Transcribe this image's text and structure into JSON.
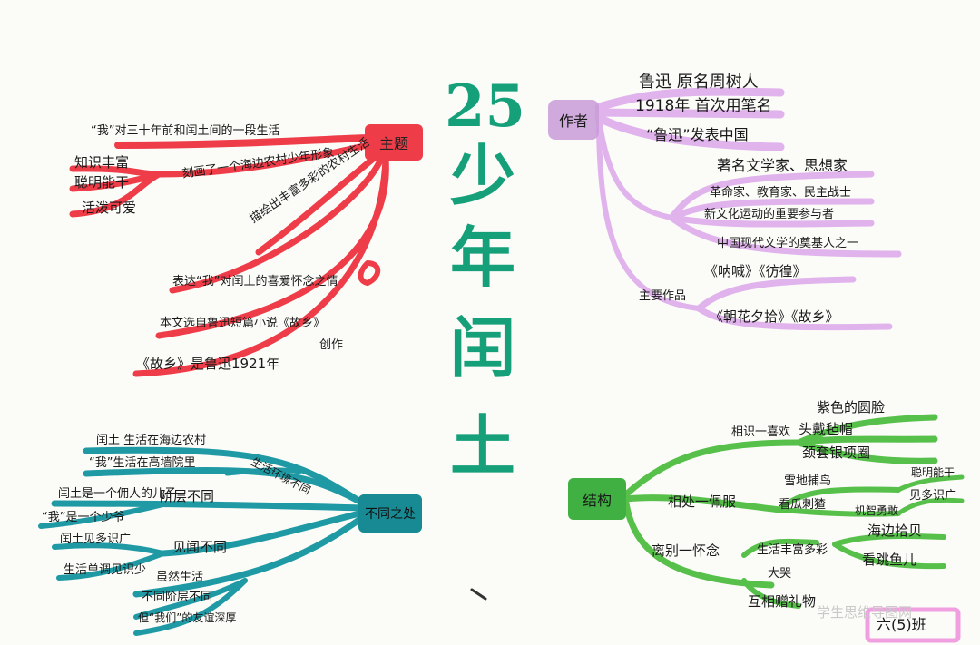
{
  "colors": {
    "title": "#16a07a",
    "theme": "#ee3d48",
    "author": "#d9a9e6",
    "author_node": "#c89bd8",
    "diff": "#1f9aa5",
    "diff_node": "#178a94",
    "structure": "#57c04a",
    "structure_node": "#3fb041",
    "class_box": "#f0a0e0"
  },
  "title": {
    "number": "25",
    "chars": [
      "少",
      "年",
      "闰",
      "土"
    ]
  },
  "theme": {
    "node": "主题",
    "items": [
      "“我”对三十年前和闰土间的一段生活",
      "刻画了一个海边农村少年形象",
      "知识丰富",
      "聪明能干",
      "活泼可爱",
      "描绘出丰富多彩的农村生活",
      "表达“我”对闰土的喜爱怀念之情",
      "本文选自鲁迅短篇小说《故乡》",
      "《故乡》是鲁迅1921年",
      "创作"
    ]
  },
  "author": {
    "node": "作者",
    "items": [
      "鲁迅 原名周树人",
      "1918年 首次用笔名",
      "“鲁迅”发表中国",
      "著名文学家、思想家",
      "革命家、教育家、民主战士",
      "新文化运动的重要参与者",
      "中国现代文学的奠基人之一",
      "主要作品",
      "《呐喊》《彷徨》",
      "《朝花夕拾》《故乡》"
    ]
  },
  "diff": {
    "node": "不同之处",
    "items": [
      "闰土 生活在海边农村",
      "“我”生活在高墙院里",
      "生活环境不同",
      "闰土是一个佣人的儿子",
      "“我”是一个少爷",
      "阶层不同",
      "闰土见多识广",
      "生活单调见识少",
      "见闻不同",
      "虽然生活",
      "不同阶层不同",
      "但“我们”的友谊深厚"
    ]
  },
  "structure": {
    "node": "结构",
    "items": [
      "相识一喜欢",
      "紫色的圆脸",
      "头戴毡帽",
      "颈套银项圈",
      "相处一佩服",
      "雪地捕鸟",
      "看瓜刺猹",
      "聪明能干",
      "见多识广",
      "机智勇敢",
      "离别一怀念",
      "生活丰富多彩",
      "海边拾贝",
      "看跳鱼儿",
      "大哭",
      "互相赠礼物"
    ]
  },
  "class_label": "六(5)班",
  "watermark": "学生思维导图网"
}
